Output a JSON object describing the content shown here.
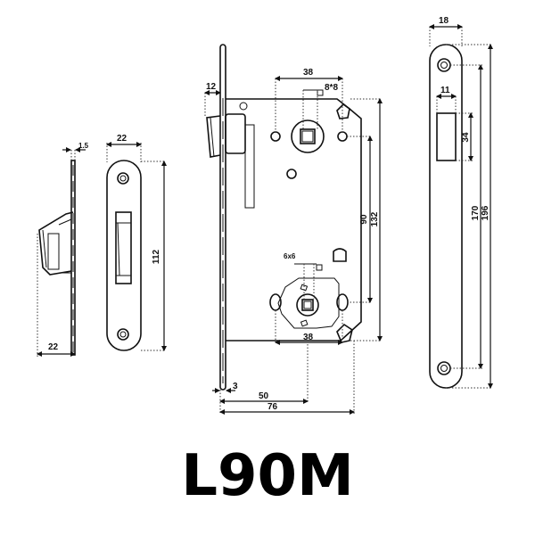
{
  "title": "L90M",
  "views": {
    "strike_side": {
      "label": "strike-side-view",
      "dimensions": {
        "thickness": "1.5",
        "depth": "22"
      }
    },
    "strike_front": {
      "label": "strike-front-view",
      "dimensions": {
        "width": "22",
        "height": "112"
      }
    },
    "lock_body": {
      "label": "lock-body-side-view",
      "dimensions": {
        "latch_projection": "12",
        "handle_hole_spacing_top": "38",
        "spindle_square": "8*8",
        "key_square": "6x6",
        "center_distance": "90",
        "body_height": "132",
        "bottom_hole_spacing": "38",
        "faceplate_thickness": "3",
        "backset": "50",
        "body_depth": "76"
      }
    },
    "faceplate_front": {
      "label": "faceplate-front-view",
      "dimensions": {
        "width": "18",
        "slot_width": "11",
        "slot_height": "34",
        "screw_spacing": "170",
        "overall_height": "196"
      }
    }
  },
  "colors": {
    "line": "#111111",
    "background": "#ffffff"
  }
}
